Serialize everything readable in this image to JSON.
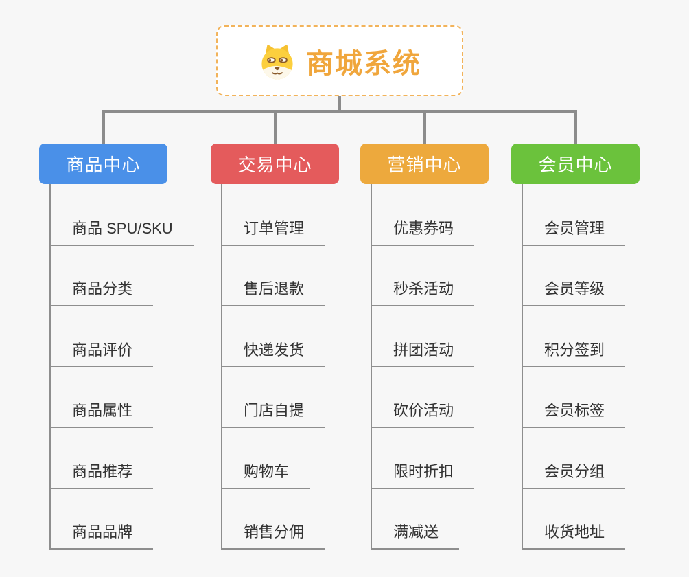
{
  "root": {
    "title": "商城系统",
    "icon": "doge-icon",
    "text_color": "#f0a63c",
    "border_color": "#f2b35a"
  },
  "connector_color": "#8c8c8c",
  "background_color": "#f7f7f7",
  "branches": [
    {
      "label": "商品中心",
      "color": "#4a90e8",
      "children": [
        "商品 SPU/SKU",
        "商品分类",
        "商品评价",
        "商品属性",
        "商品推荐",
        "商品品牌"
      ]
    },
    {
      "label": "交易中心",
      "color": "#e45b5c",
      "children": [
        "订单管理",
        "售后退款",
        "快递发货",
        "门店自提",
        "购物车",
        "销售分佣"
      ]
    },
    {
      "label": "营销中心",
      "color": "#eda93d",
      "children": [
        "优惠券码",
        "秒杀活动",
        "拼团活动",
        "砍价活动",
        "限时折扣",
        "满减送"
      ]
    },
    {
      "label": "会员中心",
      "color": "#6bc23c",
      "children": [
        "会员管理",
        "会员等级",
        "积分签到",
        "会员标签",
        "会员分组",
        "收货地址"
      ]
    }
  ]
}
